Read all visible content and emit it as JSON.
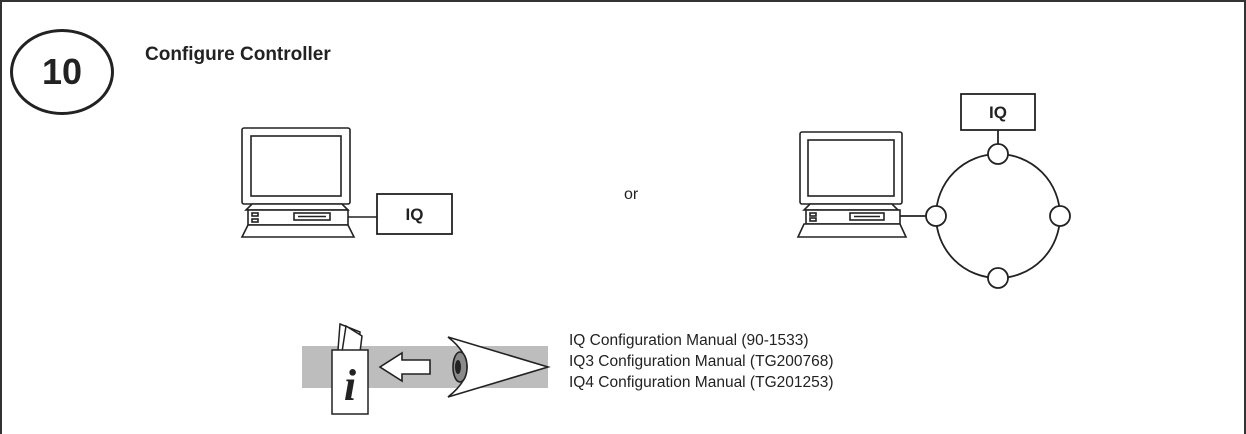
{
  "step": {
    "number": "10",
    "title": "Configure Controller"
  },
  "diagram": {
    "direct": {
      "controller_label": "IQ"
    },
    "separator": "or",
    "network": {
      "controller_label": "IQ"
    }
  },
  "reference": {
    "info_letter": "i",
    "manuals": [
      "IQ Configuration Manual (90-1533)",
      "IQ3 Configuration Manual (TG200768)",
      "IQ4 Configuration Manual (TG201253)"
    ]
  },
  "colors": {
    "line": "#222222",
    "icon_band": "#bdbdbd",
    "frame": "#333333"
  },
  "icons": [
    "pc-icon",
    "network-ring-icon",
    "manual-book-icon",
    "arrow-left-icon",
    "eye-icon"
  ]
}
